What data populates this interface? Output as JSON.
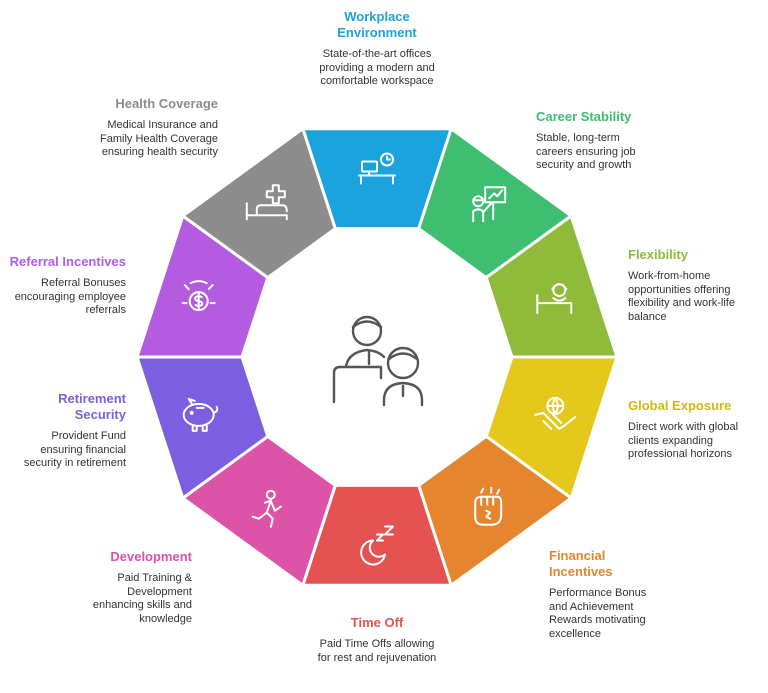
{
  "segments": [
    {
      "key": "workplace",
      "title": "Workplace Environment",
      "description": "State-of-the-art offices providing a modern and comfortable workspace",
      "color": "#1aa3dd",
      "icon": "desk-clock-icon"
    },
    {
      "key": "career",
      "title": "Career Stability",
      "description": "Stable, long-term careers ensuring job security and growth",
      "color": "#3fbd70",
      "icon": "presenter-chart-icon"
    },
    {
      "key": "flexibility",
      "title": "Flexibility",
      "description": "Work-from-home opportunities offering flexibility and work-life balance",
      "color": "#8fba3a",
      "icon": "person-relaxing-icon"
    },
    {
      "key": "global",
      "title": "Global Exposure",
      "description": "Direct work with global clients expanding professional horizons",
      "color": "#e5c81c",
      "icon": "handshake-globe-icon"
    },
    {
      "key": "financial",
      "title": "Financial Incentives",
      "description": "Performance Bonus and Achievement Rewards motivating excellence",
      "color": "#e5862f",
      "icon": "fist-icon"
    },
    {
      "key": "timeoff",
      "title": "Time Off",
      "description": "Paid Time Offs allowing for rest and rejuvenation",
      "color": "#e55252",
      "icon": "moon-zzz-icon"
    },
    {
      "key": "development",
      "title": "Development",
      "description": "Paid Training & Development enhancing skills and knowledge",
      "color": "#dc53a8",
      "icon": "runner-icon"
    },
    {
      "key": "retirement",
      "title": "Retirement Security",
      "description": "Provident Fund ensuring financial security in retirement",
      "color": "#7b5fe0",
      "icon": "piggy-bank-icon"
    },
    {
      "key": "referral",
      "title": "Referral Incentives",
      "description": "Referral Bonuses encouraging employee referrals",
      "color": "#b35ce0",
      "icon": "dollar-coin-icon"
    },
    {
      "key": "health",
      "title": "Health Coverage",
      "description": "Medical Insurance and Family Health Coverage ensuring health security",
      "color": "#8c8c8c",
      "icon": "bed-plus-icon"
    }
  ],
  "center": {
    "icon": "employee-employer-icon"
  }
}
